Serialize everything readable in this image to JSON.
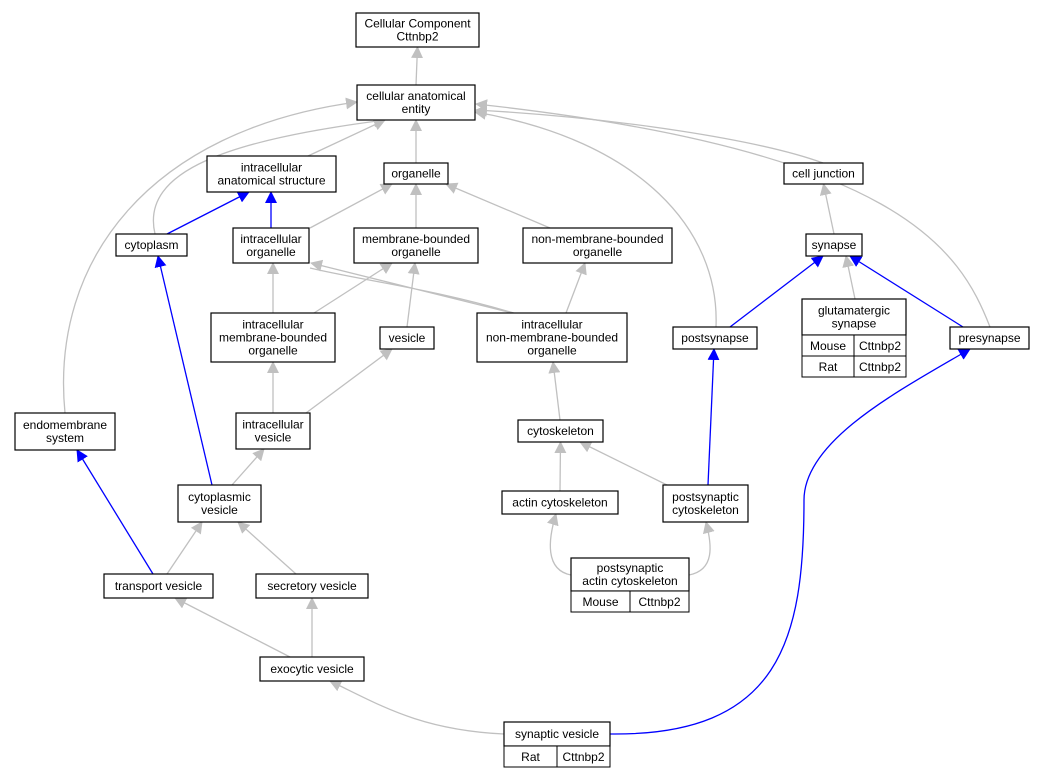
{
  "colors": {
    "edge_gray": "#c0c0c0",
    "edge_blue": "#0000ff",
    "mouse": "#add8e6",
    "rat": "#ffd700",
    "node_border": "#000000",
    "background": "#ffffff"
  },
  "nodes": {
    "root": [
      "Cellular Component",
      "Cttnbp2"
    ],
    "cae": [
      "cellular anatomical",
      "entity"
    ],
    "ias": [
      "intracellular",
      "anatomical structure"
    ],
    "organelle": [
      "organelle"
    ],
    "cell_junction": [
      "cell junction"
    ],
    "cytoplasm": [
      "cytoplasm"
    ],
    "io": [
      "intracellular",
      "organelle"
    ],
    "mbo": [
      "membrane-bounded",
      "organelle"
    ],
    "nmbo": [
      "non-membrane-bounded",
      "organelle"
    ],
    "synapse": [
      "synapse"
    ],
    "imbo": [
      "intracellular",
      "membrane-bounded",
      "organelle"
    ],
    "vesicle": [
      "vesicle"
    ],
    "inmbo": [
      "intracellular",
      "non-membrane-bounded",
      "organelle"
    ],
    "postsynapse": [
      "postsynapse"
    ],
    "glut": [
      "glutamatergic",
      "synapse"
    ],
    "presynapse": [
      "presynapse"
    ],
    "endomembrane": [
      "endomembrane",
      "system"
    ],
    "ivesicle": [
      "intracellular",
      "vesicle"
    ],
    "cytoskeleton": [
      "cytoskeleton"
    ],
    "cvesicle": [
      "cytoplasmic",
      "vesicle"
    ],
    "actin": [
      "actin cytoskeleton"
    ],
    "psc": [
      "postsynaptic",
      "cytoskeleton"
    ],
    "transport": [
      "transport vesicle"
    ],
    "secretory": [
      "secretory vesicle"
    ],
    "psac": [
      "postsynaptic",
      "actin cytoskeleton"
    ],
    "exocytic": [
      "exocytic vesicle"
    ],
    "synvesicle": [
      "synaptic vesicle"
    ]
  },
  "annotations": {
    "glut": [
      [
        "Mouse",
        "Cttnbp2"
      ],
      [
        "Rat",
        "Cttnbp2"
      ]
    ],
    "psac": [
      [
        "Mouse",
        "Cttnbp2"
      ]
    ],
    "synvesicle": [
      [
        "Rat",
        "Cttnbp2"
      ]
    ]
  }
}
